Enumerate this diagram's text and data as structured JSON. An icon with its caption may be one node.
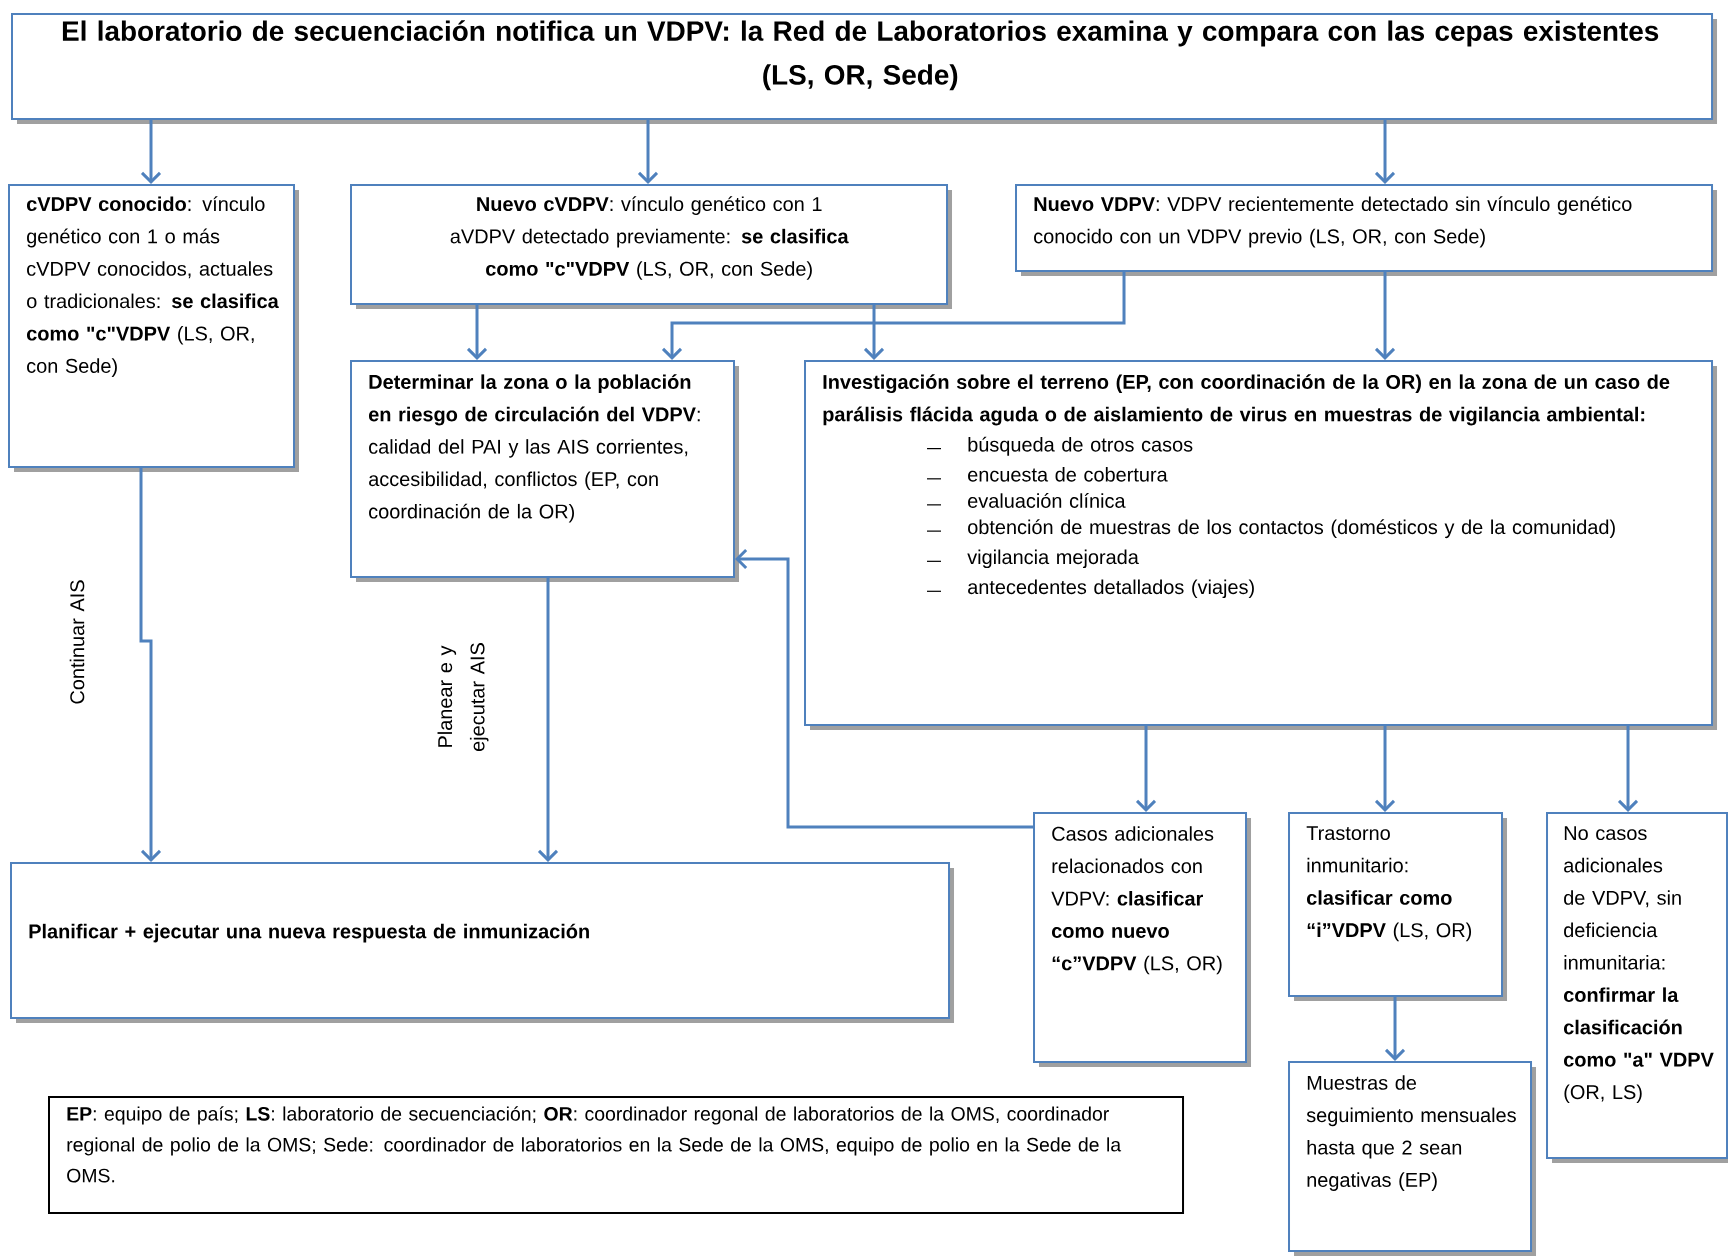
{
  "diagram": {
    "nodes": [
      {
        "text": [
          "El laboratorio de secuenciación notifica un VDPV: la Red de Laboratorios examina y compara con las cepas existentes (LS, OR, Sede)"
        ]
      },
      {
        "text": [
          "**cVDPV conocido**: vínculo genético con 1 o más cVDPV conocidos, actuales o tradicionales: **se clasifica como \"c\"VDPV** (LS, OR, con Sede)"
        ]
      },
      {
        "text": [
          "**Nuevo cVDPV**: vínculo genético con 1 aVDPV detectado previamente: **se clasifica como \"c\"VDPV** (LS, OR, con Sede)"
        ]
      },
      {
        "text": [
          "**Nuevo VDPV**: VDPV recientemente detectado sin vínculo genético conocido con un VDPV previo (LS, OR, con Sede)"
        ]
      },
      {
        "text": [
          "**Determinar la zona o la población en riesgo de circulación del VDPV**: calidad del PAI y las AIS corrientes, accesibilidad, conflictos (EP, con coordinación de la OR)"
        ]
      },
      {
        "text": [
          "Investigación sobre el terreno (EP, con coordinación de la OR) en la zona de un caso de parálisis flácida aguda o de aislamiento de virus en muestras de vigilancia ambiental:",
          "búsqueda de otros casos",
          "encuesta de cobertura",
          "evaluación clínica",
          "obtención de muestras de los contactos (domésticos y de la comunidad)",
          "vigilancia mejorada",
          "antecedentes detallados (viajes)"
        ]
      },
      {
        "text": [
          "Planificar + ejecutar una nueva respuesta de inmunización"
        ]
      },
      {
        "text": [
          "Casos adicionales relacionados con VDPV: **clasificar como nuevo “c”VDPV** (LS, OR)"
        ]
      },
      {
        "text": [
          "Trastorno inmunitario: **clasificar como “i”VDPV** (LS, OR)"
        ]
      },
      {
        "text": [
          "Muestras de seguimiento mensuales hasta que 2 sean negativas (EP)"
        ]
      },
      {
        "text": [
          "No casos adicionales de VDPV, sin deficiencia inmunitaria: **confirmar la clasificación como \"a\" VDPV** (OR, LS)"
        ]
      },
      {
        "text": [
          "**EP**: equipo de país; **LS**: laboratorio de secuenciación; **OR**: coordinador regonal de laboratorios de la OMS, coordinador regional de polio de la OMS; Sede: coordinador de laboratorios en la Sede de la OMS, equipo de polio en la Sede de la OMS."
        ]
      }
    ],
    "edges": [
      {
        "from": 0,
        "to": 1,
        "arrow": "to"
      },
      {
        "from": 0,
        "to": 2,
        "arrow": "to"
      },
      {
        "from": 0,
        "to": 3,
        "arrow": "to"
      },
      {
        "from": 2,
        "to": 4,
        "arrow": "to"
      },
      {
        "from": 3,
        "to": 4,
        "arrow": "to"
      },
      {
        "from": 2,
        "to": 5,
        "arrow": "to"
      },
      {
        "from": 3,
        "to": 5,
        "arrow": "to"
      },
      {
        "from": 1,
        "to": 6,
        "arrow": "to",
        "label": "Continuar AIS"
      },
      {
        "from": 4,
        "to": 6,
        "arrow": "to",
        "label": "Planear e y ejecutar AIS"
      },
      {
        "from": 5,
        "to": 7,
        "arrow": "to"
      },
      {
        "from": 5,
        "to": 8,
        "arrow": "to"
      },
      {
        "from": 5,
        "to": 10,
        "arrow": "to"
      },
      {
        "from": 7,
        "to": 4,
        "arrow": "to"
      },
      {
        "from": 8,
        "to": 9,
        "arrow": "to"
      }
    ]
  }
}
